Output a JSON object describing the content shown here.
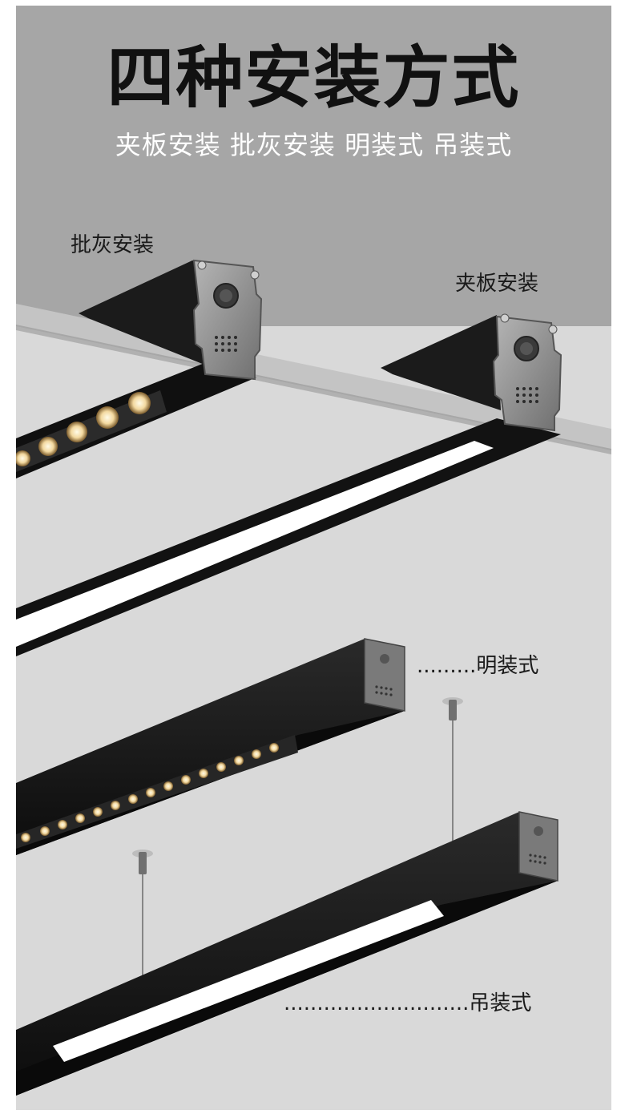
{
  "header": {
    "title": "四种安装方式",
    "subtitle": "夹板安装 批灰安装 明装式 吊装式"
  },
  "labels": {
    "plaster": "批灰安装",
    "clamp": "夹板安装",
    "surface": ".........明装式",
    "pendant": "............................吊装式"
  },
  "colors": {
    "ceiling": "#a6a6a6",
    "wall": "#d9d9d9",
    "profile": "#151515",
    "diffuser": "#ffffff",
    "bracket": "#8e8e8e"
  }
}
